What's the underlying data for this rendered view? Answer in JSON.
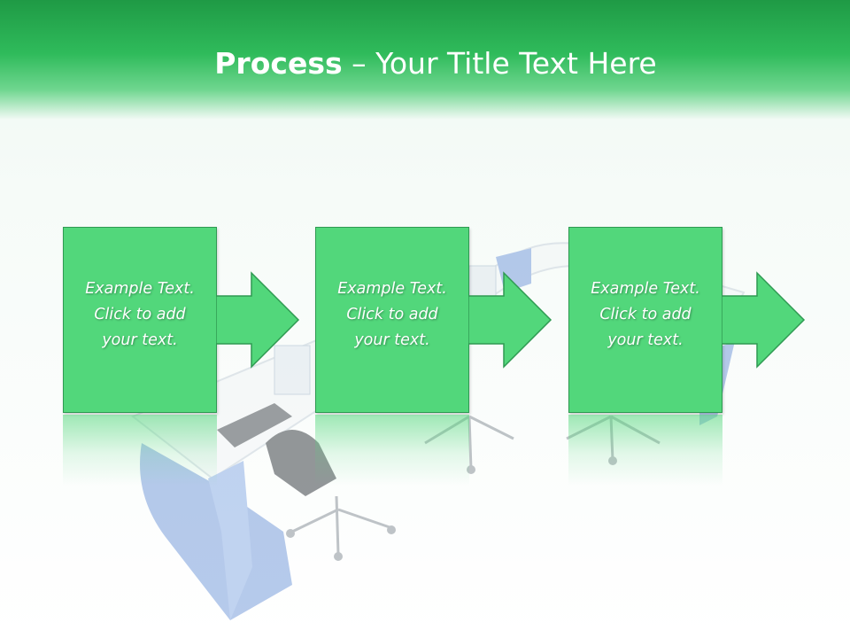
{
  "title": {
    "bold": "Process",
    "rest": " – Your Title Text Here"
  },
  "steps": [
    {
      "line1": "Example Text.",
      "line2": "Click  to add",
      "line3": "your text."
    },
    {
      "line1": "Example Text.",
      "line2": "Click  to add",
      "line3": "your text."
    },
    {
      "line1": "Example Text.",
      "line2": "Click  to add",
      "line3": "your text."
    }
  ],
  "colors": {
    "header_green": "#2fbb5b",
    "box_fill": "#52d77b",
    "box_border": "#2f9a52",
    "furniture_blue": "#6f96d8"
  }
}
